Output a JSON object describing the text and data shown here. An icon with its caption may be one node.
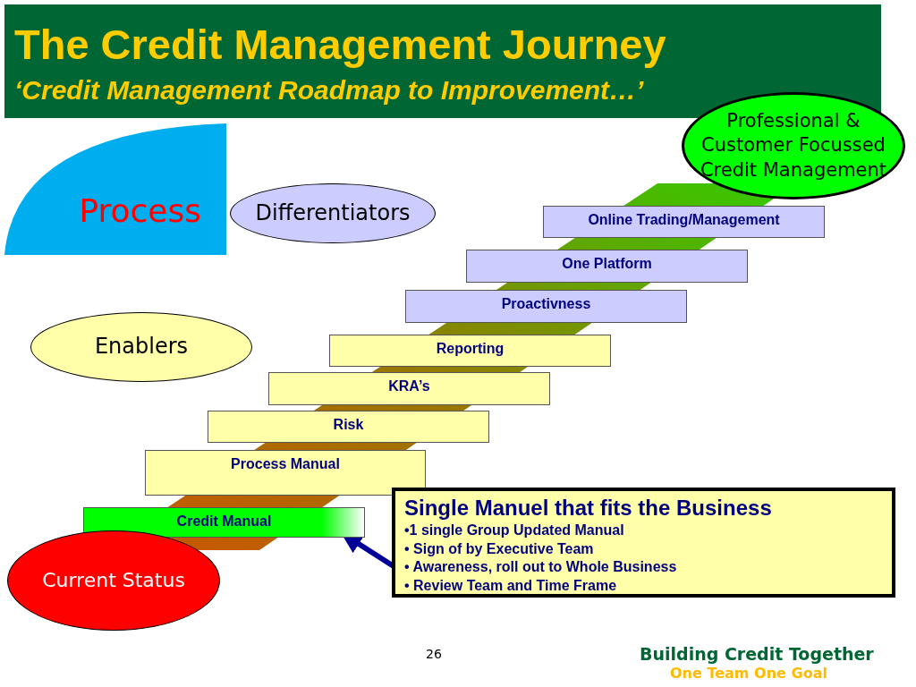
{
  "diagram": {
    "title": "The Credit Management Journey",
    "nodes": [
      {
        "text": [
          "Process"
        ]
      },
      {
        "text": [
          "Differentiators"
        ]
      },
      {
        "text": [
          "Professional & Customer Focussed Credit Management"
        ]
      },
      {
        "text": [
          "Online Trading/Management"
        ]
      },
      {
        "text": [
          "One Platform"
        ]
      },
      {
        "text": [
          "Proactivness"
        ]
      },
      {
        "text": [
          "Enablers"
        ]
      },
      {
        "text": [
          "Reporting"
        ]
      },
      {
        "text": [
          "KRA’s"
        ]
      },
      {
        "text": [
          "Risk"
        ]
      },
      {
        "text": [
          "Process Manual"
        ]
      },
      {
        "text": [
          "Single Manuel that fits the Business",
          "•1 single Group Updated Manual",
          "• Sign of by Executive Team",
          "• Awareness, roll out to Whole Business",
          "• Review Team and Time Frame"
        ]
      },
      {
        "text": [
          "Credit Manual"
        ]
      },
      {
        "text": [
          "Current Status"
        ]
      }
    ],
    "edges": [
      {
        "from": 11,
        "to": 12,
        "arrow": "to",
        "color": "#000099"
      }
    ],
    "labels": [
      "‘Credit Management Roadmap to Improvement…’",
      "26",
      "Building Credit Together",
      "One Team One Goal"
    ]
  }
}
